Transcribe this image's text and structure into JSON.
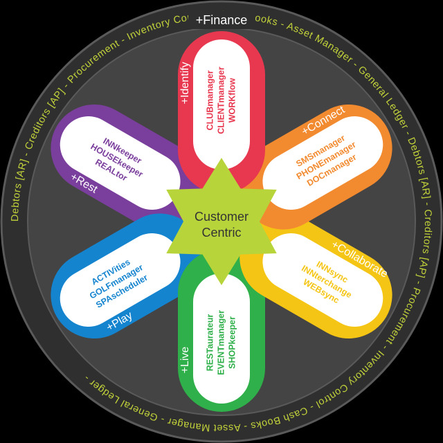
{
  "ring": {
    "title": "+Finance",
    "text": "Debtors [AR] - Creditors [AP] - Procurement - Inventory Control - Cash Books - Asset Manager - General Ledger - Debtors [AR] - Creditors [AP] - Procurement - Inventory Control - Cash Books - Asset Manager - General Ledger -",
    "colors": {
      "outer": "#2f2f2f",
      "inner": "#444444",
      "edge": "#5a5a5a",
      "text": "#c3d33a"
    }
  },
  "center": {
    "line1": "Customer",
    "line2": "Centric",
    "color": "#b7d43a"
  },
  "petals": [
    {
      "title": "+Identify",
      "color": "#e8384f",
      "items": [
        "CLUBmanager",
        "CLIENTmanager",
        "WORKflow"
      ]
    },
    {
      "title": "+Connect",
      "color": "#f28a2f",
      "items": [
        "SMSmanager",
        "PHONEmanager",
        "DOCmanager"
      ]
    },
    {
      "title": "+Collaborate",
      "color": "#f5c515",
      "items": [
        "INNsync",
        "INNterchange",
        "WEBsync"
      ]
    },
    {
      "title": "+Live",
      "color": "#2fb04a",
      "items": [
        "RESTaurateur",
        "EVENTmanager",
        "SHOPkeeper"
      ]
    },
    {
      "title": "+Play",
      "color": "#1584cf",
      "items": [
        "ACTIVities",
        "GOLFmanager",
        "SPAscheduler"
      ]
    },
    {
      "title": "+Rest",
      "color": "#7a3e9c",
      "items": [
        "INNkeeper",
        "HOUSEkeeper",
        "REALtor"
      ]
    }
  ]
}
